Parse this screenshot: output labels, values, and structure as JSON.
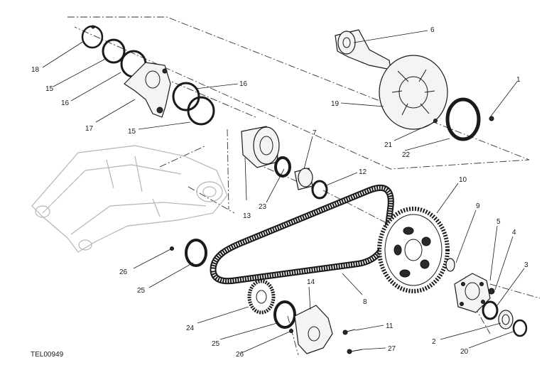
{
  "diagram_code": "TEL00949",
  "callouts": [
    "1",
    "2",
    "3",
    "4",
    "5",
    "6",
    "7",
    "8",
    "9",
    "10",
    "11",
    "12",
    "13",
    "14",
    "15",
    "15",
    "16",
    "16",
    "17",
    "18",
    "19",
    "20",
    "21",
    "22",
    "23",
    "24",
    "25",
    "25",
    "26",
    "26",
    "27"
  ],
  "colors": {
    "line": "#1a1a1a",
    "ghost": "#b5b5b5",
    "background": "#ffffff"
  }
}
